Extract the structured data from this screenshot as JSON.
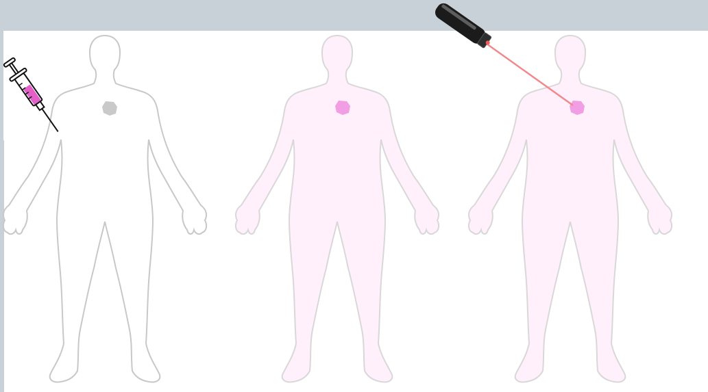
{
  "colors": {
    "background": "#c8d1d8",
    "canvas": "#ffffff",
    "outline": "#c8c8c8",
    "body_fill_stained": "#fff0fb",
    "tumor_unstained": "#c9c9c9",
    "tumor_stained": "#f29ee4",
    "syringe_liquid": "#e45fc7",
    "laser_beam": "#f0888c"
  },
  "figures": [
    {
      "stage": "injection",
      "tumor_state": "unstained",
      "body_tinted": false
    },
    {
      "stage": "accumulation",
      "tumor_state": "stained",
      "body_tinted": true
    },
    {
      "stage": "irradiation",
      "tumor_state": "stained",
      "body_tinted": true
    }
  ],
  "icons": {
    "syringe": "syringe-icon",
    "laser": "laser-pointer-icon"
  }
}
